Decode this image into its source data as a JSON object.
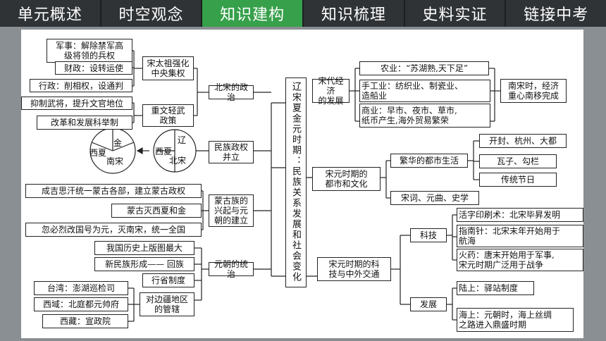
{
  "tabs": [
    {
      "label": "单元概述"
    },
    {
      "label": "时空观念"
    },
    {
      "label": "知识建构"
    },
    {
      "label": "知识梳理"
    },
    {
      "label": "史料实证"
    },
    {
      "label": "链接中考"
    }
  ],
  "center": "辽宋夏金元时期：民族关系发展和社会变化",
  "left": {
    "beisong_politics": "北宋的政治",
    "taizu": "宋太祖强化\n中央集权",
    "military": "军事：解除禁军高\n级将领的兵权",
    "finance": "财政：设转运使",
    "admin": "行政：削相权，设通判",
    "zhongwen": "重文轻武\n政策",
    "yiwu": "抑制武将，提升文官地位",
    "keju": "改革和发展科举制",
    "minzu": "民族政权\n并立",
    "circle1": {
      "a": "辽",
      "b": "西夏",
      "c": "北宋"
    },
    "circle2": {
      "a": "金",
      "b": "西夏",
      "c": "南宋"
    },
    "menggu": "蒙古族的\n兴起与元\n朝的建立",
    "jisi": "成吉思汗统一蒙古各部，建立蒙古政权",
    "miexia": "蒙古灭西夏和金",
    "hubilie": "忽必烈改国号为元，灭南宋，统一全国",
    "yuan": "元朝的统治",
    "bantu": "我国历史上版图最大",
    "huizu": "新民族形成—— 回族",
    "xingsheng": "行省制度",
    "bianjiang": "对边疆地区\n的管辖",
    "taiwan": "台湾：澎湖巡检司",
    "xiyu": "西域：北庭都元帅府",
    "xizang": "西藏：宣政院"
  },
  "right": {
    "economy": "宋代经济\n的发展",
    "agri": "农业：“苏湖熟,天下足”",
    "hand": "手工业：纺织业、制瓷业、\n造船业",
    "commerce": "商业：早市、夜市、草市,\n纸币产生,海外贸易繁荣",
    "south": "南宋时，经济\n重心南移完成",
    "city": "宋元时期的\n都市和文化",
    "urban": "繁华的都市生活",
    "kaifeng": "开封、杭州、大都",
    "wazi": "瓦子、勾栏",
    "festival": "传统节日",
    "poetry": "宋词、元曲、史学",
    "tech_trade": "宋元时期的科\n技与中外交通",
    "tech": "科技",
    "printing": "活字印刷术：北宋毕昇发明",
    "compass": "指南针：北宋末年开始用于\n航海",
    "powder": "火药：唐末开始用于军事,\n宋元时期广泛用于战争",
    "develop": "发展",
    "land": "陆上：驿站制度",
    "sea": "海上：元朝时，海上丝绸\n之路进入鼎盛时期"
  },
  "colors": {
    "active_tab": "#36a04a",
    "tabbar": "#2f3336",
    "line": "#222222"
  }
}
